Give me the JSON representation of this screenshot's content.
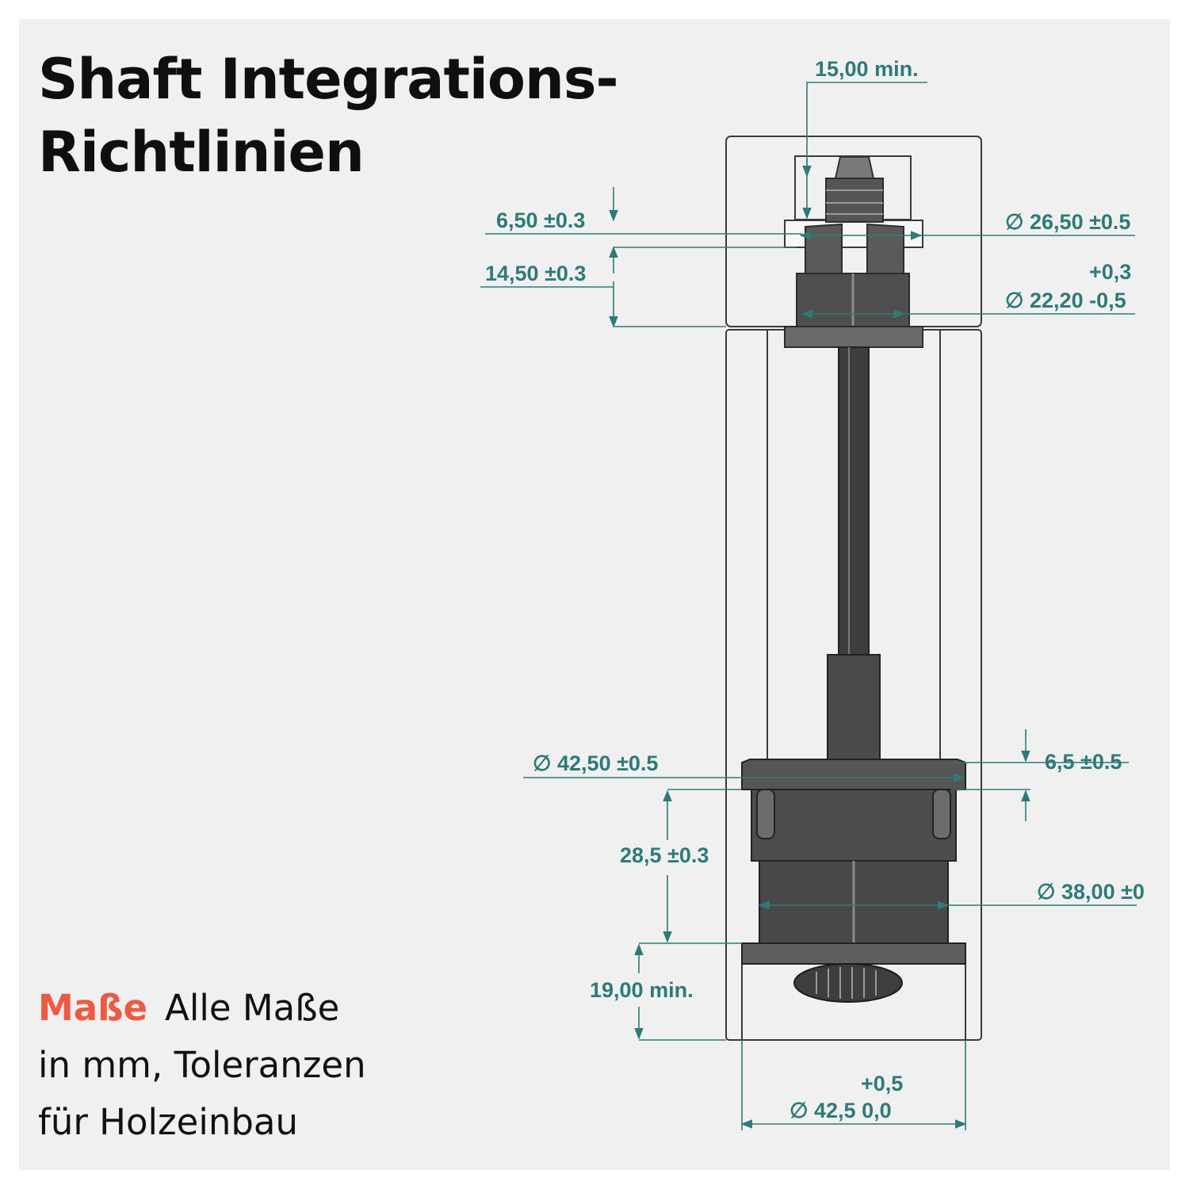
{
  "title": {
    "line1": "Shaft Integrations-",
    "line2": "Richtlinien"
  },
  "caption": {
    "accent": "Maße",
    "line1": "Alle Maße",
    "line2": "in mm, Toleranzen",
    "line3": "für Holzeinbau"
  },
  "dimensions": {
    "top_clearance": "15,00 min.",
    "upper_step": "6,50 ±0.3",
    "upper_depth": "14,50 ±0.3",
    "upper_diameter": "∅ 26,50 ±0.5",
    "inner_tol": "+0,3",
    "inner_diameter": "∅ 22,20  -0,5",
    "flange_diameter": "∅ 42,50 ±0.5",
    "flange_height": "6,5 ±0.5",
    "body_height": "28,5 ±0.3",
    "body_diameter": "∅ 38,00 ±0",
    "bottom_clearance": "19,00 min.",
    "base_tol": "+0,5",
    "base_diameter": "∅ 42,5   0,0"
  },
  "colors": {
    "dimension": "#2d7a78",
    "accent": "#ec5a43",
    "part": "#4b4b4b",
    "background": "#f0f0f0"
  }
}
